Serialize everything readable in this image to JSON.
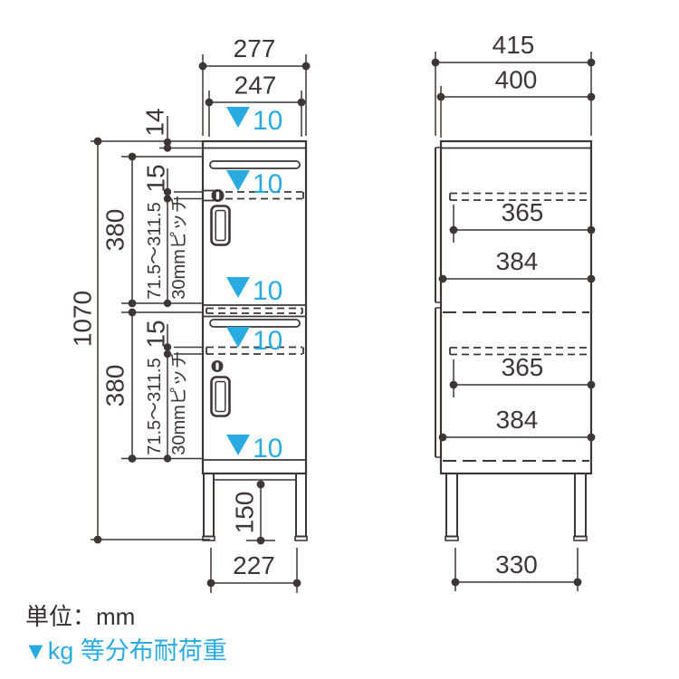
{
  "colors": {
    "line": "#3d3634",
    "accent_blue": "#29abe2"
  },
  "legend": {
    "unit": "単位：mm",
    "load": "▼kg 等分布耐荷重"
  },
  "front": {
    "width_outer": "277",
    "width_inner": "247",
    "top_panel": "14",
    "total_height": "1070",
    "leg_height": "150",
    "leg_span": "227",
    "upper": {
      "door_height": "380",
      "shelf_thickness": "15",
      "shelf_range": "71.5〜311.5",
      "shelf_pitch": "30mmピッチ"
    },
    "lower": {
      "door_height": "380",
      "shelf_thickness": "15",
      "shelf_range": "71.5〜311.5",
      "shelf_pitch": "30mmピッチ"
    },
    "load_markers": [
      "10",
      "10",
      "10",
      "10",
      "10"
    ]
  },
  "side": {
    "depth_outer": "415",
    "depth_inner": "400",
    "upper": {
      "shelf_depth": "365",
      "inner_depth": "384"
    },
    "lower": {
      "shelf_depth": "365",
      "inner_depth": "384"
    },
    "leg_span": "330"
  }
}
